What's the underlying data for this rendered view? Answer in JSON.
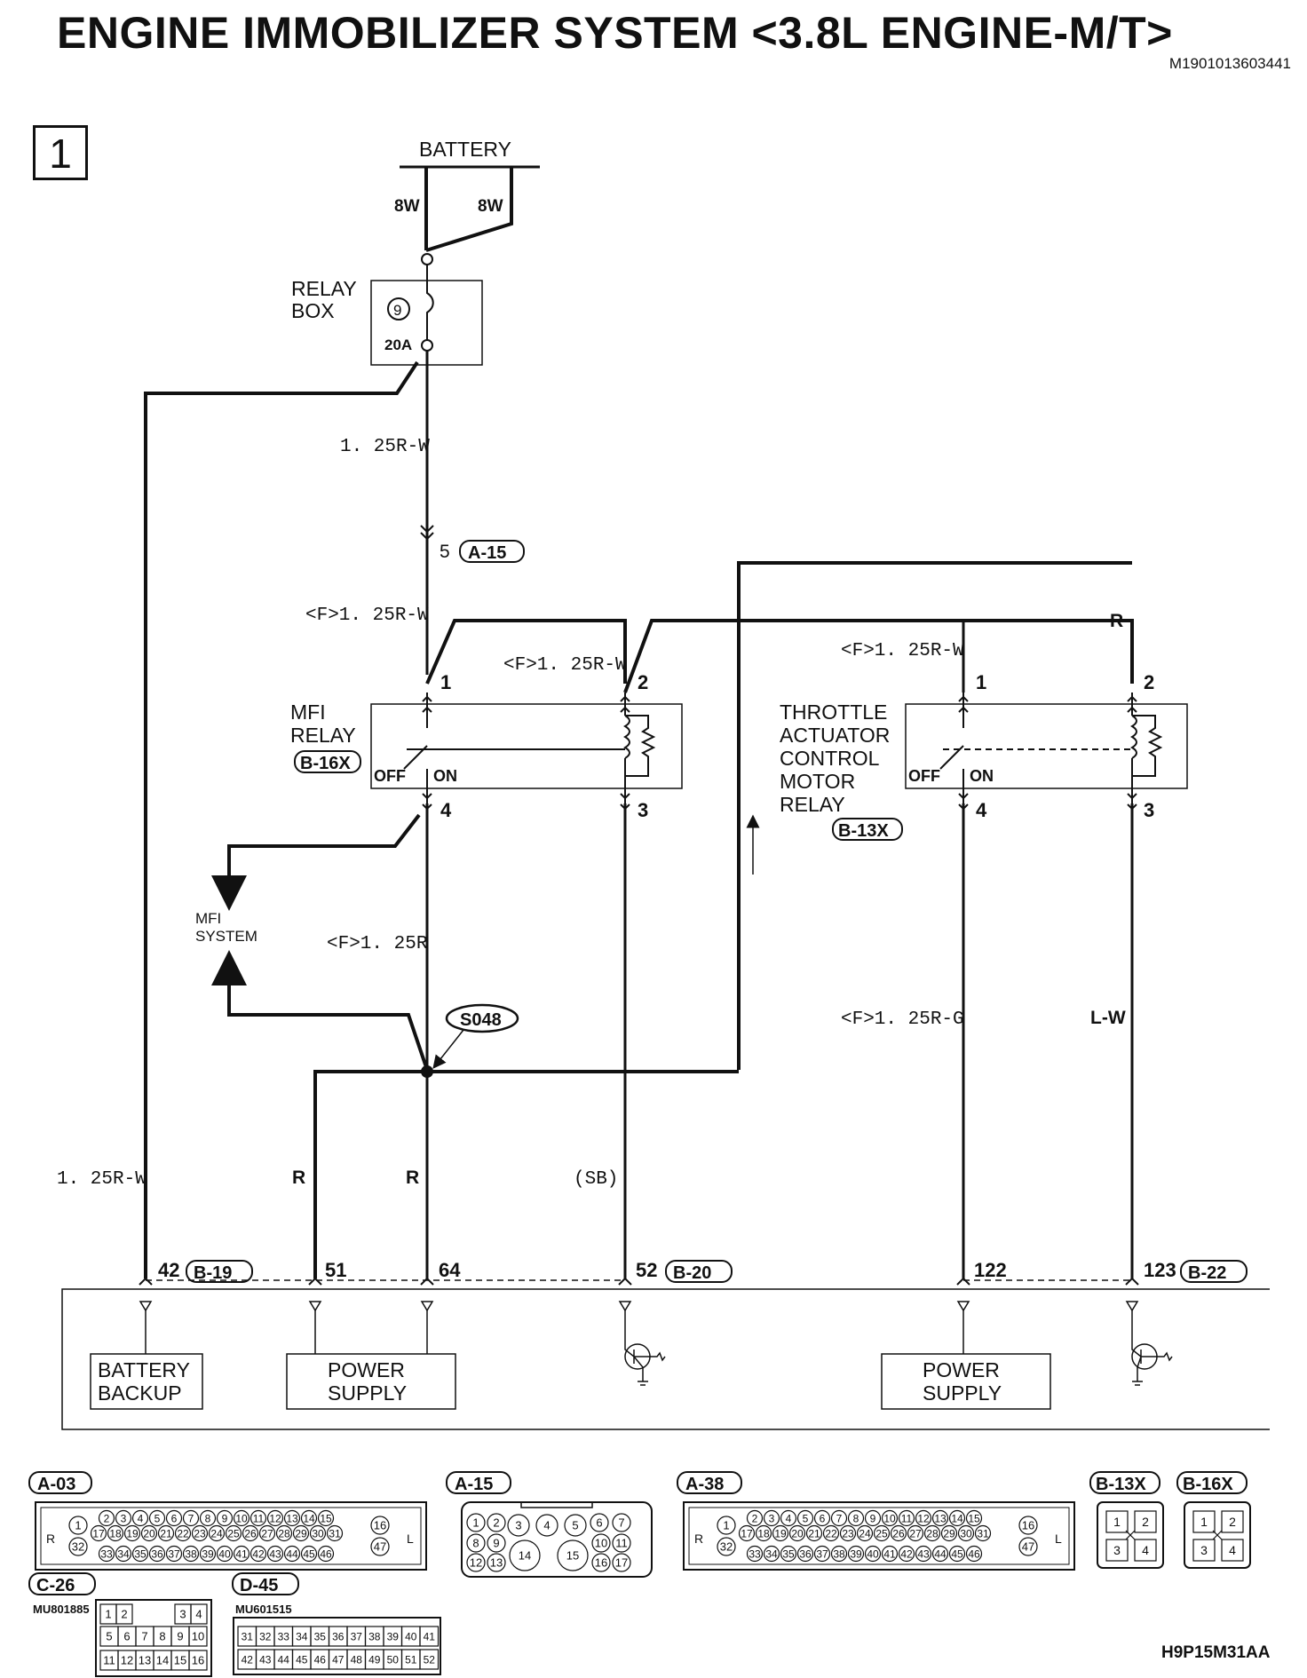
{
  "title": "ENGINE IMMOBILIZER SYSTEM <3.8L ENGINE-M/T>",
  "doc_id": "M1901013603441",
  "page_number": "1",
  "footer_code": "H9P15M31AA",
  "battery": {
    "label": "BATTERY",
    "wire_left": "8W",
    "wire_right": "8W"
  },
  "relay_box": {
    "label_line1": "RELAY",
    "label_line2": "BOX",
    "fuse_number": "9",
    "fuse_rating": "20A"
  },
  "wires": {
    "main_feed": "1. 25R-W",
    "left_feed": "1. 25R-W",
    "mfi_pin1": "<F>1. 25R-W",
    "mfi_pin2": "<F>1. 25R-W",
    "tac_pin1": "<F>1. 25R-W",
    "tac_pin2": "R",
    "mfi_out": "<F>1. 25R",
    "tac_out": "<F>1. 25R-G",
    "tac_coil_out": "L-W",
    "ecu51": "R",
    "ecu64": "R",
    "mfi_coil_out": "(SB)"
  },
  "connector_a15": {
    "pin": "5",
    "name": "A-15"
  },
  "mfi_relay": {
    "label_line1": "MFI",
    "label_line2": "RELAY",
    "connector": "B-16X",
    "pin1": "1",
    "pin2": "2",
    "pin3": "3",
    "pin4": "4",
    "off": "OFF",
    "on": "ON"
  },
  "tac_relay": {
    "label_line1": "THROTTLE",
    "label_line2": "ACTUATOR",
    "label_line3": "CONTROL",
    "label_line4": "MOTOR",
    "label_line5": "RELAY",
    "connector": "B-13X",
    "pin1": "1",
    "pin2": "2",
    "pin3": "3",
    "pin4": "4",
    "off": "OFF",
    "on": "ON"
  },
  "mfi_system": {
    "line1": "MFI",
    "line2": "SYSTEM"
  },
  "splice": "S048",
  "ecu_terminals": {
    "t42": "42",
    "b19": "B-19",
    "t51": "51",
    "t64": "64",
    "t52": "52",
    "b20": "B-20",
    "t122": "122",
    "t123": "123",
    "b22": "B-22"
  },
  "ecu_blocks": {
    "battery_backup_line1": "BATTERY",
    "battery_backup_line2": "BACKUP",
    "power_supply1_line1": "POWER",
    "power_supply1_line2": "SUPPLY",
    "power_supply2_line1": "POWER",
    "power_supply2_line2": "SUPPLY"
  },
  "connector_views": {
    "a03": "A-03",
    "a15": "A-15",
    "a38": "A-38",
    "b13x": "B-13X",
    "b16x": "B-16X",
    "c26": "C-26",
    "c26_part": "MU801885",
    "d45": "D-45",
    "d45_part": "MU601515",
    "ecu_left_mark": "R",
    "ecu_right_mark": "L",
    "ecu_row1": [
      "2",
      "3",
      "4",
      "5",
      "6",
      "7",
      "8",
      "9",
      "10",
      "11",
      "12",
      "13",
      "14",
      "15"
    ],
    "ecu_row2": [
      "17",
      "18",
      "19",
      "20",
      "21",
      "22",
      "23",
      "24",
      "25",
      "26",
      "27",
      "28",
      "29",
      "30",
      "31"
    ],
    "ecu_row3": [
      "33",
      "34",
      "35",
      "36",
      "37",
      "38",
      "39",
      "40",
      "41",
      "42",
      "43",
      "44",
      "45",
      "46"
    ],
    "ecu_side": [
      "1",
      "32",
      "16",
      "47"
    ],
    "a15_row1": [
      "1",
      "2",
      "3",
      "4",
      "5",
      "6",
      "7"
    ],
    "a15_row2": [
      "8",
      "9",
      "14",
      "15",
      "10",
      "11"
    ],
    "a15_row3": [
      "12",
      "13",
      "16",
      "17"
    ],
    "relay_pins": [
      "1",
      "2",
      "3",
      "4"
    ],
    "c26_row1": [
      "1",
      "2",
      "3",
      "4"
    ],
    "c26_row2": [
      "5",
      "6",
      "7",
      "8",
      "9",
      "10"
    ],
    "c26_row3": [
      "11",
      "12",
      "13",
      "14",
      "15",
      "16"
    ],
    "d45_row1": [
      "31",
      "32",
      "33",
      "34",
      "35",
      "36",
      "37",
      "38",
      "39",
      "40",
      "41"
    ],
    "d45_row2": [
      "42",
      "43",
      "44",
      "45",
      "46",
      "47",
      "48",
      "49",
      "50",
      "51",
      "52"
    ]
  }
}
